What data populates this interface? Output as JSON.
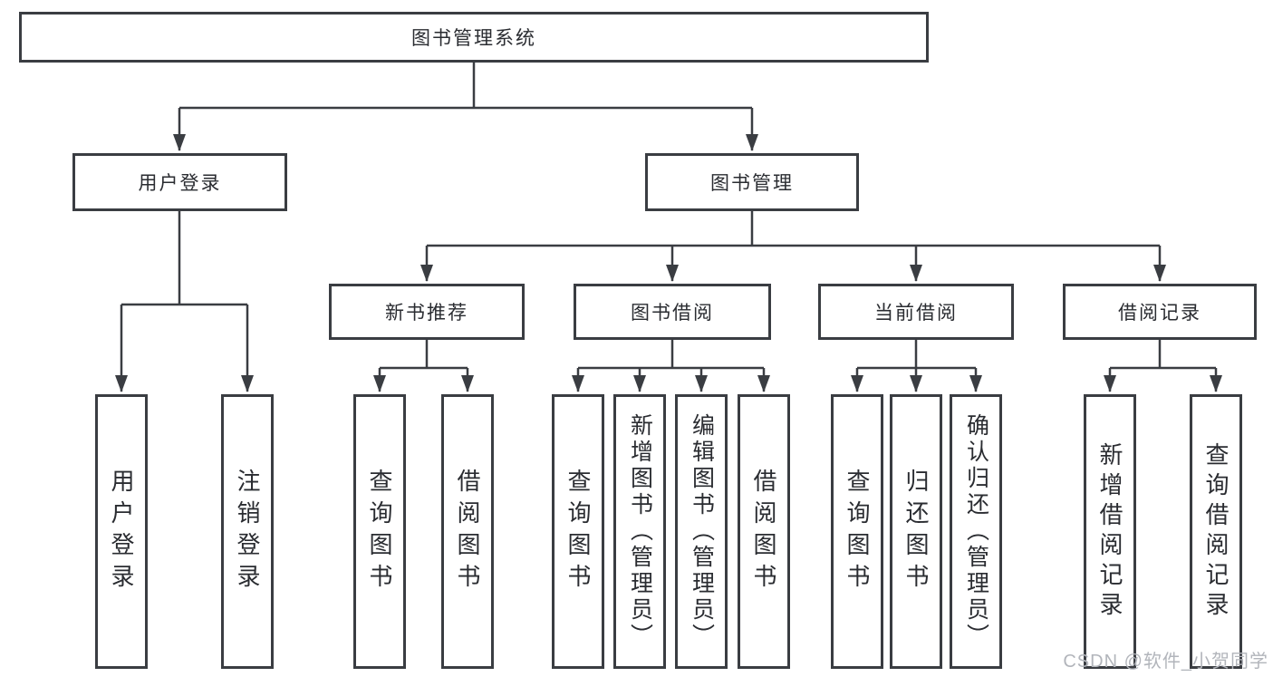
{
  "diagram": {
    "root": {
      "label": "图书管理系统"
    },
    "level2": [
      {
        "label": "用户登录",
        "parent": "图书管理系统"
      },
      {
        "label": "图书管理",
        "parent": "图书管理系统"
      }
    ],
    "level3": [
      {
        "label": "新书推荐",
        "parent": "图书管理"
      },
      {
        "label": "图书借阅",
        "parent": "图书管理"
      },
      {
        "label": "当前借阅",
        "parent": "图书管理"
      },
      {
        "label": "借阅记录",
        "parent": "图书管理"
      }
    ],
    "leaves": [
      {
        "label": "用户登录",
        "parent": "用户登录"
      },
      {
        "label": "注销登录",
        "parent": "用户登录"
      },
      {
        "label": "查询图书",
        "parent": "新书推荐"
      },
      {
        "label": "借阅图书",
        "parent": "新书推荐"
      },
      {
        "label": "查询图书",
        "parent": "图书借阅"
      },
      {
        "label": "新增图书（管理员）",
        "parent": "图书借阅"
      },
      {
        "label": "编辑图书（管理员）",
        "parent": "图书借阅"
      },
      {
        "label": "借阅图书",
        "parent": "图书借阅"
      },
      {
        "label": "查询图书",
        "parent": "当前借阅"
      },
      {
        "label": "归还图书",
        "parent": "当前借阅"
      },
      {
        "label": "确认归还（管理员）",
        "parent": "当前借阅"
      },
      {
        "label": "新增借阅记录",
        "parent": "借阅记录"
      },
      {
        "label": "查询借阅记录",
        "parent": "借阅记录"
      }
    ],
    "colors": {
      "line": "#3a3d42",
      "text": "#2a2c31",
      "watermark_text": "#b2b5bb",
      "background": "#ffffff"
    }
  },
  "watermark": {
    "text": "CSDN @软件_小贺同学"
  }
}
